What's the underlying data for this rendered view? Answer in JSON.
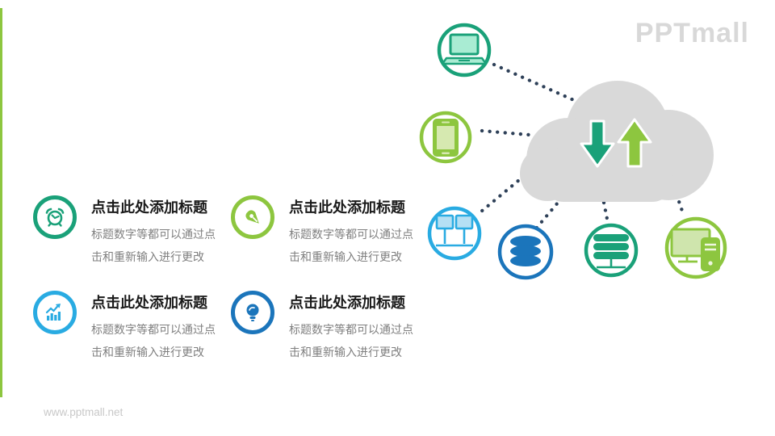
{
  "colors": {
    "teal": "#1aa179",
    "green": "#8dc63f",
    "light_blue": "#29abe2",
    "dark_blue": "#1b75bb",
    "navy_dots": "#2e4058",
    "cloud_gray": "#d9d9d9",
    "teal_tint": "#a9ecd3",
    "green_tint": "#d6e9b0",
    "blue_tint": "#b5e0f4",
    "green_tint2": "#cfe5ad",
    "text_dark": "#1a1a1a",
    "text_gray": "#7f7f7f",
    "footer_gray": "#c8c8c8",
    "logo_gray": "#d8d8d8"
  },
  "logo": {
    "text": "PPTmall"
  },
  "footer": {
    "url": "www.pptmall.net"
  },
  "blocks": [
    {
      "icon": "alarm-clock-icon",
      "accent": "teal",
      "title": "点击此处添加标题",
      "body_line1": "标题数字等都可以通过点",
      "body_line2": "击和重新输入进行更改"
    },
    {
      "icon": "pen-nib-icon",
      "accent": "green",
      "title": "点击此处添加标题",
      "body_line1": "标题数字等都可以通过点",
      "body_line2": "击和重新输入进行更改"
    },
    {
      "icon": "bar-chart-icon",
      "accent": "light_blue",
      "title": "点击此处添加标题",
      "body_line1": "标题数字等都可以通过点",
      "body_line2": "击和重新输入进行更改"
    },
    {
      "icon": "lightbulb-icon",
      "accent": "dark_blue",
      "title": "点击此处添加标题",
      "body_line1": "标题数字等都可以通过点",
      "body_line2": "击和重新输入进行更改"
    }
  ],
  "diagram": {
    "center": "cloud",
    "cloud_arrows": [
      "download-arrow",
      "upload-arrow"
    ],
    "devices": [
      {
        "name": "laptop",
        "color": "teal"
      },
      {
        "name": "smartphone",
        "color": "green"
      },
      {
        "name": "networked-monitors",
        "color": "light_blue"
      },
      {
        "name": "database",
        "color": "dark_blue"
      },
      {
        "name": "server",
        "color": "teal"
      },
      {
        "name": "desktop-computer",
        "color": "green"
      }
    ]
  }
}
